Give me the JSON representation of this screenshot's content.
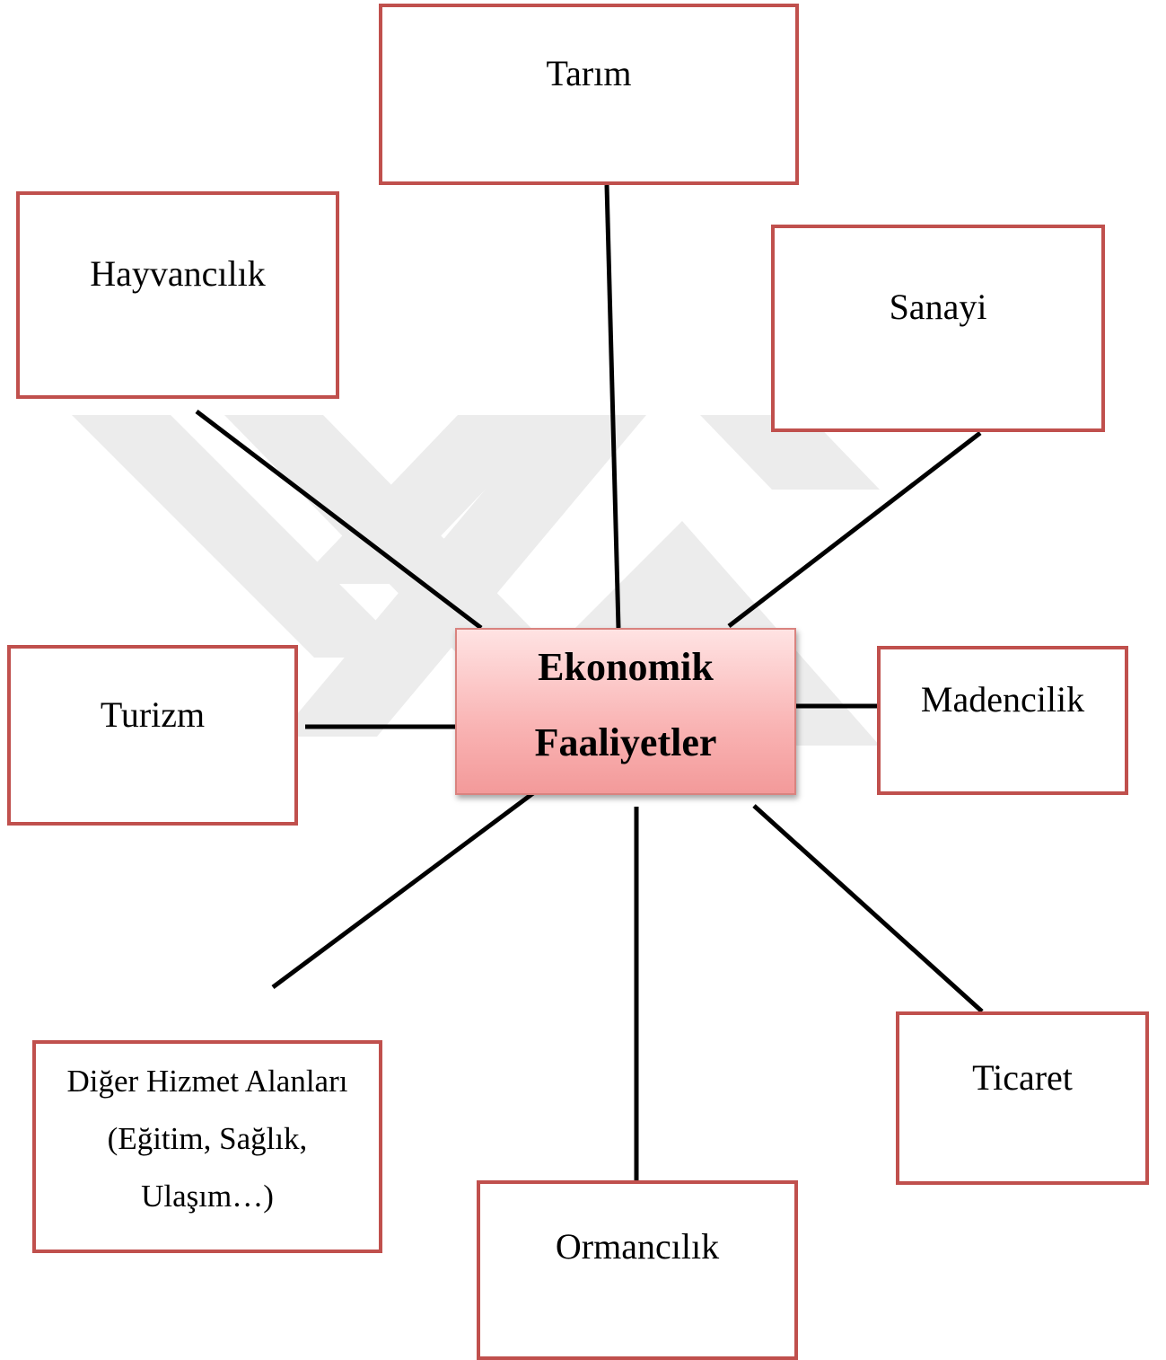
{
  "center": {
    "line1": "Ekonomik",
    "line2": "Faaliyetler"
  },
  "nodes": {
    "tarim": "Tarım",
    "hayvancilik": "Hayvancılık",
    "sanayi": "Sanayi",
    "turizm": "Turizm",
    "madencilik": "Madencilik",
    "diger_line1": "Diğer Hizmet Alanları",
    "diger_line2": "(Eğitim, Sağlık,",
    "diger_line3": "Ulaşım…)",
    "ticaret": "Ticaret",
    "ormancilik": "Ormancılık"
  },
  "colors": {
    "box_border": "#c0504d",
    "center_fill_top": "#ffe3e3",
    "center_fill_bottom": "#f39a9a",
    "connector": "#000000",
    "watermark": "#e6e6e6"
  }
}
